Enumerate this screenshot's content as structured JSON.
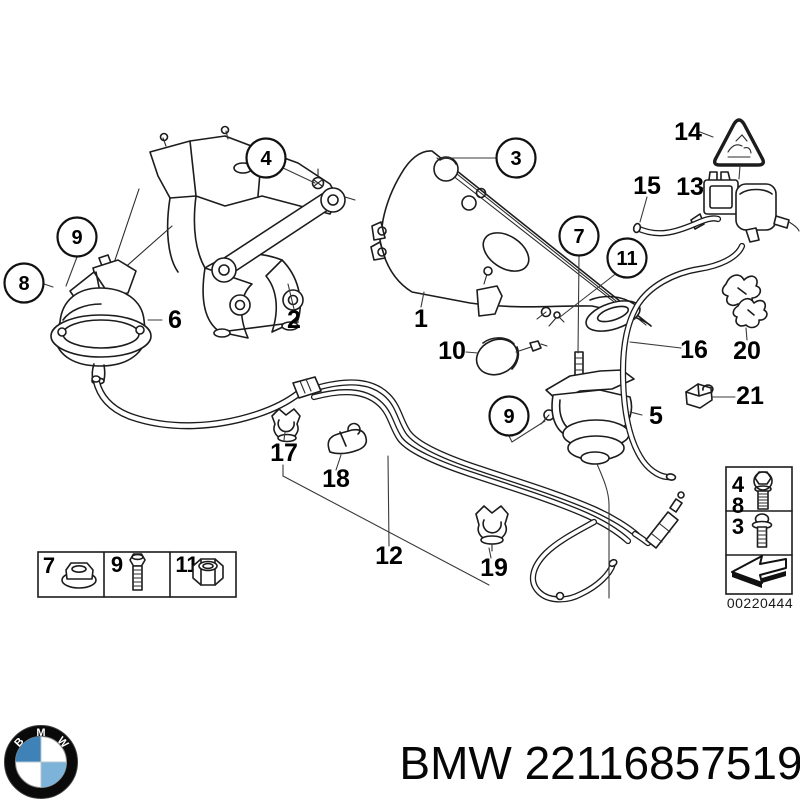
{
  "diagram": {
    "image_number": "00220444",
    "circled_callouts": [
      {
        "label": "4"
      },
      {
        "label": "3"
      },
      {
        "label": "9"
      },
      {
        "label": "8"
      },
      {
        "label": "7"
      },
      {
        "label": "11"
      },
      {
        "label": "9"
      }
    ],
    "plain_labels": [
      {
        "label": "6"
      },
      {
        "label": "2"
      },
      {
        "label": "1"
      },
      {
        "label": "10"
      },
      {
        "label": "14"
      },
      {
        "label": "15"
      },
      {
        "label": "13"
      },
      {
        "label": "16"
      },
      {
        "label": "20"
      },
      {
        "label": "21"
      },
      {
        "label": "5"
      },
      {
        "label": "17"
      },
      {
        "label": "18"
      },
      {
        "label": "12"
      },
      {
        "label": "19"
      }
    ],
    "fastener_legend": {
      "items": [
        {
          "label": "7",
          "icon": "flange-nut-icon"
        },
        {
          "label": "9",
          "icon": "hex-bolt-icon"
        },
        {
          "label": "11",
          "icon": "hex-nut-icon"
        }
      ]
    },
    "bolt_legend": {
      "row1_labels": [
        "4",
        "8"
      ],
      "row1_icon": "long-hex-bolt-icon",
      "row2_label": "3",
      "row2_icon": "short-hex-bolt-icon",
      "arrow_icon": "direction-of-travel-arrow"
    }
  },
  "footer": {
    "logo_letters": [
      "B",
      "M",
      "W"
    ],
    "part_text": "BMW 22116857519",
    "logo_colors": {
      "roundel_black": "#0a0a0a",
      "quadrant_blue": "#3f82b8",
      "quadrant_blue_light": "#7db3d9"
    }
  },
  "art_colors": {
    "line": "#1c1c1c",
    "leader": "#3a3a3a",
    "background": "#ffffff"
  }
}
